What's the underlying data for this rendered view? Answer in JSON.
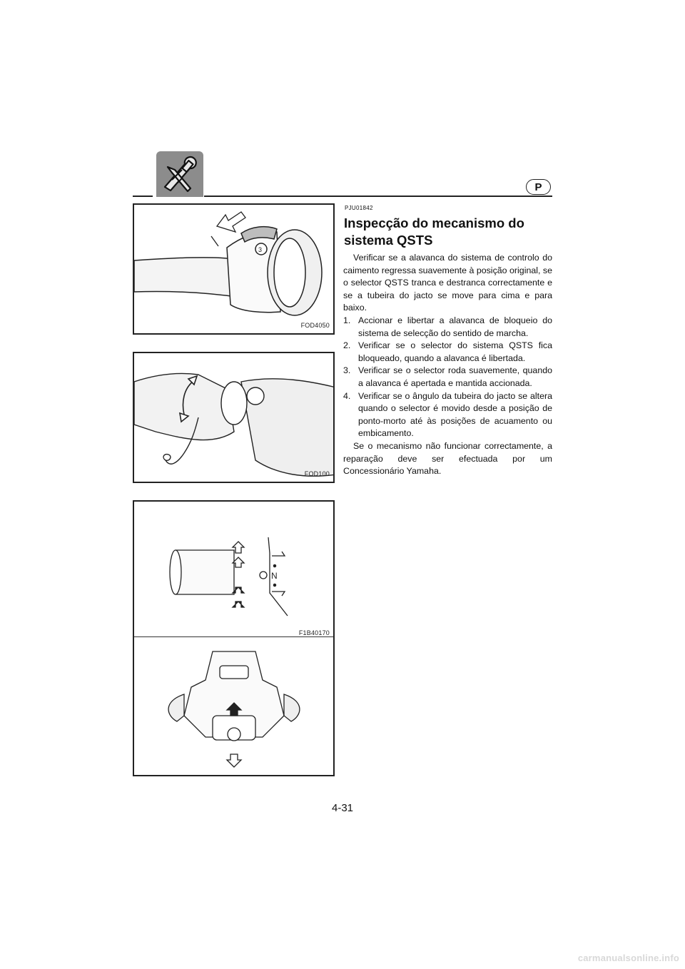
{
  "header": {
    "section_icon": "tools-wrench-screwdriver-icon",
    "language_badge": "P"
  },
  "figures": [
    {
      "code": "FOD4050",
      "icon": "handlebar-lever-arrow-illustration"
    },
    {
      "code": "FOD100",
      "icon": "hand-turning-selector-illustration"
    },
    {
      "code": "F1B40170",
      "icon": "grip-selector-nozzle-diagram"
    }
  ],
  "figure3": {
    "selector_neutral_label": "N"
  },
  "content": {
    "ref_code": "PJU01842",
    "title": "Inspecção do mecanismo do sistema QSTS",
    "intro": "Verificar se a alavanca do sistema de controlo do caimento regressa suavemente à posição original, se o selector QSTS tranca e destranca correctamente e se a tubeira do jacto se move para cima e para baixo.",
    "steps": [
      {
        "num": "1.",
        "text": "Accionar e libertar a alavanca de bloqueio do sistema de selecção do sentido de marcha."
      },
      {
        "num": "2.",
        "text": "Verificar se o selector do sistema QSTS fica bloqueado, quando a alavanca é libertada."
      },
      {
        "num": "3.",
        "text": "Verificar se o selector roda suavemente, quando a alavanca é apertada e mantida accionada."
      },
      {
        "num": "4.",
        "text": "Verificar se o ângulo da tubeira do jacto se altera quando o selector é movido desde a posição de ponto-morto até às posições de acuamento ou embicamento."
      }
    ],
    "closing": "Se o mecanismo não funcionar correctamente, a reparação deve ser efectuada por um Concessionário Yamaha."
  },
  "footer": {
    "page_number": "4-31",
    "watermark": "carmanualsonline.info"
  }
}
